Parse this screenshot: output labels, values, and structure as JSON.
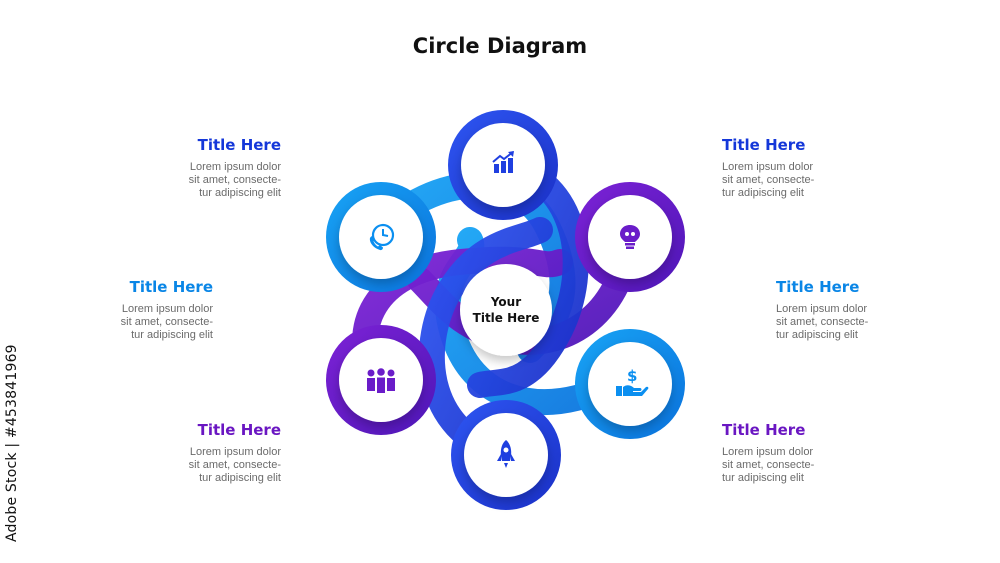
{
  "header": {
    "title": "Circle Diagram"
  },
  "center": {
    "line1": "Your",
    "line2": "Title Here"
  },
  "colors": {
    "blue": "#1f3fe0",
    "light_blue": "#0b8ff0",
    "purple": "#6a1cc9",
    "title_blue": "#1437d9",
    "title_light_blue": "#0a86e6",
    "title_purple": "#6a16c2"
  },
  "nodes": [
    {
      "icon": "chart-growth-icon",
      "color": "blue"
    },
    {
      "icon": "lightbulb-icon",
      "color": "purple"
    },
    {
      "icon": "money-hand-icon",
      "color": "light_blue"
    },
    {
      "icon": "rocket-icon",
      "color": "blue"
    },
    {
      "icon": "team-icon",
      "color": "purple"
    },
    {
      "icon": "phone-clock-icon",
      "color": "light_blue"
    }
  ],
  "blocks": [
    {
      "title": "Title Here",
      "lines": [
        "Lorem ipsum dolor",
        "sit amet, consecte-",
        "tur adipiscing elit"
      ],
      "color": "title_blue"
    },
    {
      "title": "Title Here",
      "lines": [
        "Lorem ipsum dolor",
        "sit amet, consecte-",
        "tur adipiscing elit"
      ],
      "color": "title_light_blue"
    },
    {
      "title": "Title Here",
      "lines": [
        "Lorem ipsum dolor",
        "sit amet, consecte-",
        "tur adipiscing elit"
      ],
      "color": "title_purple"
    },
    {
      "title": "Title Here",
      "lines": [
        "Lorem ipsum dolor",
        "sit amet, consecte-",
        "tur adipiscing elit"
      ],
      "color": "title_blue"
    },
    {
      "title": "Title Here",
      "lines": [
        "Lorem ipsum dolor",
        "sit amet, consecte-",
        "tur adipiscing elit"
      ],
      "color": "title_light_blue"
    },
    {
      "title": "Title Here",
      "lines": [
        "Lorem ipsum dolor",
        "sit amet, consecte-",
        "tur adipiscing elit"
      ],
      "color": "title_purple"
    }
  ],
  "watermark": {
    "stock_id": "Adobe Stock | #453841969"
  }
}
